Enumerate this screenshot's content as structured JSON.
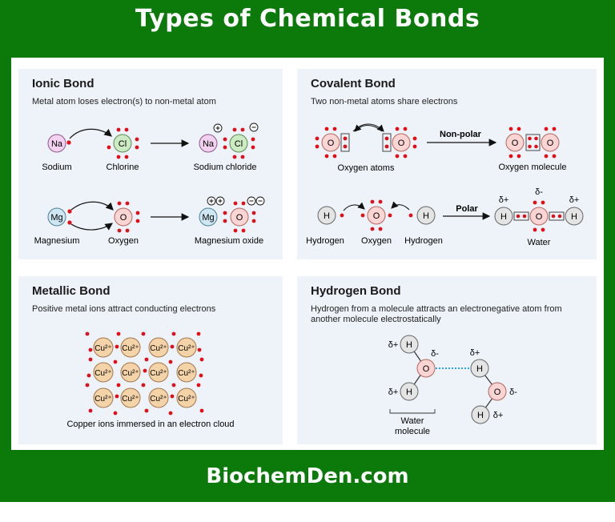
{
  "title": "Types of Chemical Bonds",
  "footer": "BiochemDen.com",
  "colors": {
    "frame": "#0b7a0b",
    "panel": "#eef3f9",
    "electron": "#e0101b"
  },
  "ionic": {
    "title": "Ionic Bond",
    "subtitle": "Metal atom loses electron(s) to non-metal atom",
    "atoms": {
      "na": "Na",
      "cl": "Cl",
      "mg": "Mg",
      "o": "O"
    },
    "labels": {
      "sodium": "Sodium",
      "chlorine": "Chlorine",
      "sodium_chloride": "Sodium chloride",
      "magnesium": "Magnesium",
      "oxygen": "Oxygen",
      "magnesium_oxide": "Magnesium oxide"
    }
  },
  "covalent": {
    "title": "Covalent Bond",
    "subtitle": "Two non-metal atoms share electrons",
    "atoms": {
      "o": "O",
      "h": "H"
    },
    "arrow_nonpolar": "Non-polar",
    "arrow_polar": "Polar",
    "labels": {
      "oxygen_atoms": "Oxygen atoms",
      "oxygen_molecule": "Oxygen molecule",
      "hydrogen": "Hydrogen",
      "oxygen": "Oxygen",
      "water": "Water"
    },
    "charges": {
      "dplus": "δ+",
      "dminus": "δ-"
    }
  },
  "metallic": {
    "title": "Metallic Bond",
    "subtitle": "Positive metal ions attract conducting electrons",
    "ion": "Cu²⁺",
    "caption": "Copper ions immersed in an electron cloud"
  },
  "hydrogen": {
    "title": "Hydrogen Bond",
    "subtitle": "Hydrogen from a molecule attracts an electronegative atom from another molecule electrostatically",
    "atoms": {
      "o": "O",
      "h": "H"
    },
    "charges": {
      "dplus": "δ+",
      "dminus": "δ-"
    },
    "caption_line1": "Water",
    "caption_line2": "molecule"
  }
}
